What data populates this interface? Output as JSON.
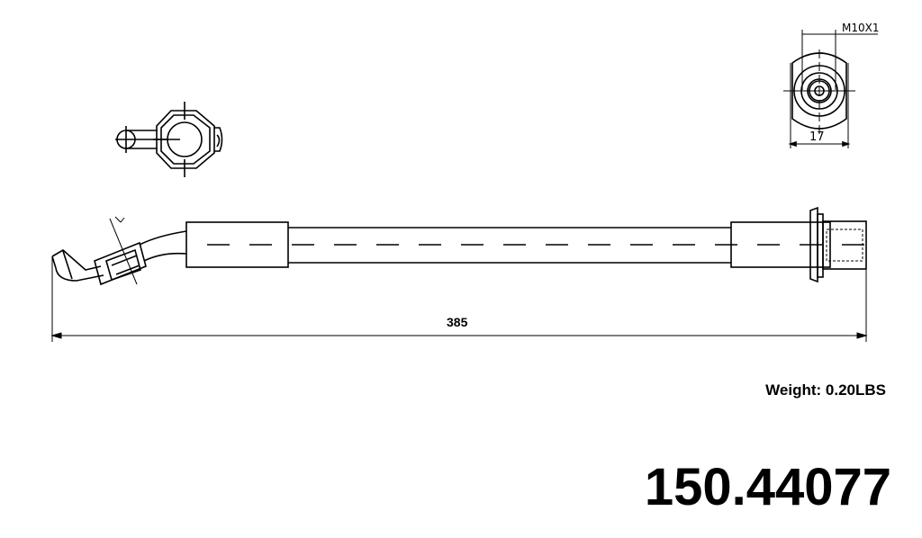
{
  "drawing": {
    "type": "brake hose technical drawing",
    "thread_spec": "M10X1",
    "hex_width_dim": "17",
    "overall_length_dim": "385",
    "weight_label": "Weight: 0.20LBS",
    "part_number": "150.44077",
    "line_color": "#000000",
    "background_color": "#ffffff"
  }
}
